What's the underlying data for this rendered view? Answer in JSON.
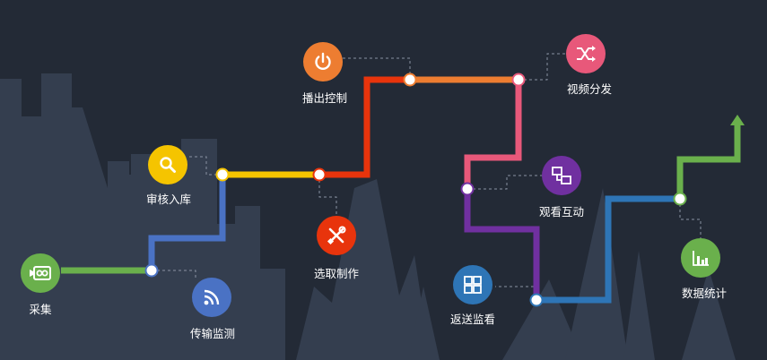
{
  "steps": [
    {
      "id": "collect",
      "label": "采集",
      "icon": "video-camera-icon",
      "color": "#6ab04c"
    },
    {
      "id": "transmit",
      "label": "传输监测",
      "icon": "rss-feed-icon",
      "color": "#4a72c4"
    },
    {
      "id": "review",
      "label": "审核入库",
      "icon": "search-icon",
      "color": "#f5c400"
    },
    {
      "id": "select",
      "label": "选取制作",
      "icon": "tools-icon",
      "color": "#e8340c"
    },
    {
      "id": "playout",
      "label": "播出控制",
      "icon": "power-icon",
      "color": "#ed7d31"
    },
    {
      "id": "distribute",
      "label": "视频分发",
      "icon": "shuffle-icon",
      "color": "#e8587a"
    },
    {
      "id": "interact",
      "label": "观看互动",
      "icon": "network-icon",
      "color": "#7030a0"
    },
    {
      "id": "return",
      "label": "返送监看",
      "icon": "grid-icon",
      "color": "#2e75b6"
    },
    {
      "id": "stats",
      "label": "数据统计",
      "icon": "bar-chart-icon",
      "color": "#6ab04c"
    }
  ]
}
